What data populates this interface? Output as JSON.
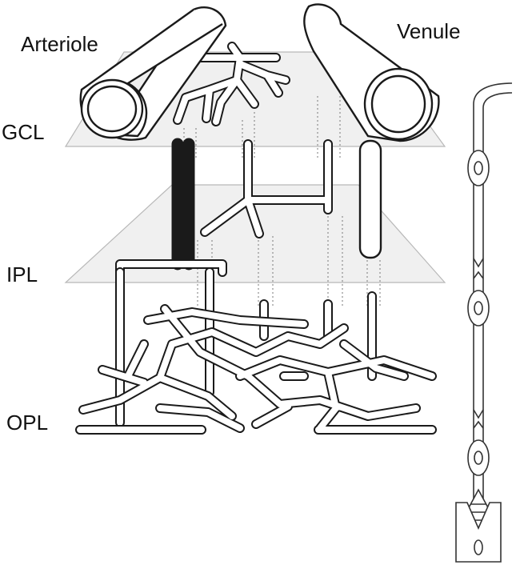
{
  "labels": {
    "arteriole": "Arteriole",
    "venule": "Venule",
    "gcl": "GCL",
    "ipl": "IPL",
    "opl": "OPL"
  }
}
